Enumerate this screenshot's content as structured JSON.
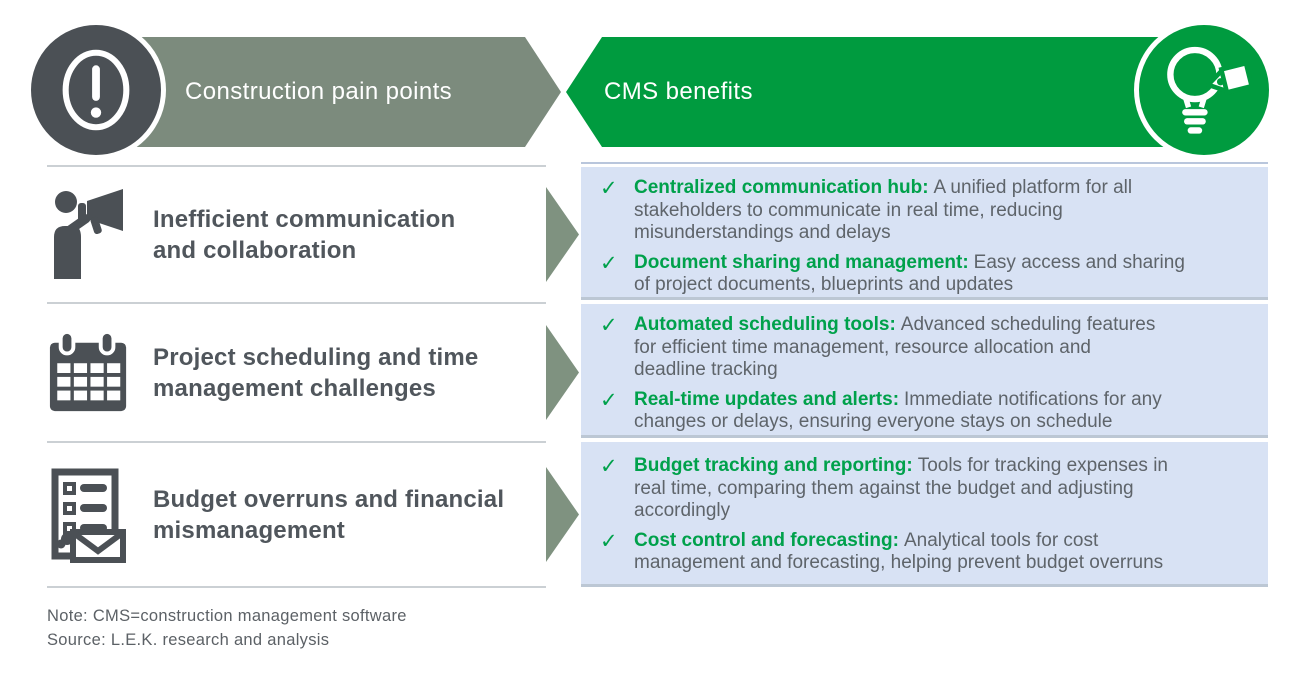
{
  "header": {
    "pain_title": "Construction pain points",
    "benefits_title": "CMS benefits"
  },
  "pain_points": [
    {
      "icon": "megaphone-person-icon",
      "label": "Inefficient communication\nand collaboration"
    },
    {
      "icon": "calendar-icon",
      "label": "Project scheduling and time\nmanagement challenges"
    },
    {
      "icon": "checklist-envelope-icon",
      "label": "Budget overruns and financial\nmismanagement"
    }
  ],
  "benefit_groups": [
    {
      "items": [
        {
          "title": "Centralized communication hub:",
          "text": "A unified platform for all\nstakeholders to communicate in real time, reducing\nmisunderstandings and delays"
        },
        {
          "title": "Document sharing and management:",
          "text": "Easy access and sharing\nof project documents, blueprints and updates"
        }
      ]
    },
    {
      "items": [
        {
          "title": "Automated scheduling tools:",
          "text": "Advanced scheduling features\nfor efficient time management, resource allocation and\ndeadline tracking"
        },
        {
          "title": "Real-time updates and alerts:",
          "text": "Immediate notifications for any\nchanges or delays, ensuring everyone stays on schedule"
        }
      ]
    },
    {
      "items": [
        {
          "title": "Budget tracking and reporting:",
          "text": "Tools for tracking expenses in\nreal time, comparing them against the budget and adjusting\naccordingly"
        },
        {
          "title": "Cost control and forecasting:",
          "text": "Analytical tools for cost\nmanagement and forecasting, helping prevent budget overruns"
        }
      ]
    }
  ],
  "footer": {
    "note": "Note: CMS=construction management software",
    "source": "Source: L.E.K. research and analysis"
  },
  "glyphs": {
    "check": "✓"
  },
  "colors": {
    "dark_gray": "#4b5055",
    "sage": "#7c8b7d",
    "arrow_sage": "#7f9280",
    "brand_green": "#009b3f",
    "benefit_green_text": "#00a14b",
    "benefit_box_blue": "#d8e2f4",
    "body_gray_text": "#5e646a",
    "separator_gray": "#cbd0d4"
  }
}
